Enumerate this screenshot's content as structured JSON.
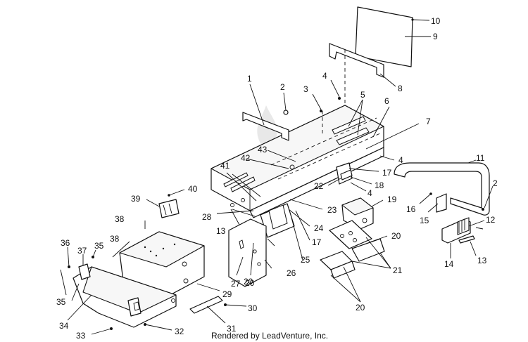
{
  "diagram": {
    "footer_text": "Rendered by LeadVenture, Inc.",
    "callouts": [
      "1",
      "2",
      "3",
      "4",
      "5",
      "6",
      "7",
      "8",
      "9",
      "10",
      "11",
      "2",
      "12",
      "13",
      "14",
      "15",
      "16",
      "17",
      "18",
      "4",
      "4",
      "19",
      "20",
      "20",
      "21",
      "20",
      "22",
      "23",
      "24",
      "25",
      "17",
      "26",
      "27",
      "20",
      "28",
      "13",
      "29",
      "30",
      "31",
      "32",
      "33",
      "34",
      "35",
      "35",
      "36",
      "37",
      "38",
      "38",
      "39",
      "40",
      "41",
      "42",
      "43"
    ]
  }
}
